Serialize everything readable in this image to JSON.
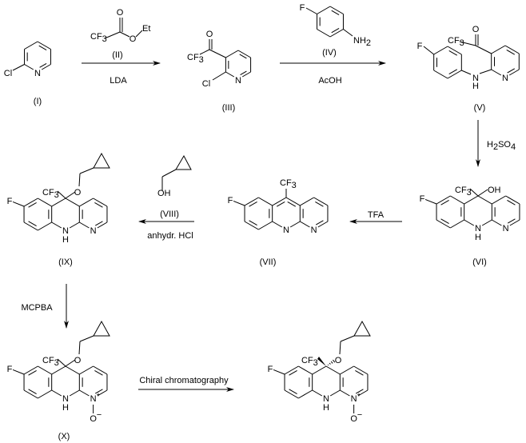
{
  "compounds": {
    "I": "(I)",
    "II": "(II)",
    "III": "(III)",
    "IV": "(IV)",
    "V": "(V)",
    "VI": "(VI)",
    "VII": "(VII)",
    "VIII": "(VIII)",
    "IX": "(IX)",
    "X": "(X)"
  },
  "atoms": {
    "cl": "Cl",
    "n": "N",
    "cf": "CF",
    "sub3": "3",
    "o": "O",
    "et": "Et",
    "f": "F",
    "nh": "NH",
    "sub2": "2",
    "h": "H",
    "oh": "OH",
    "plus": "+",
    "minus": "−"
  },
  "reagents": {
    "lda": "LDA",
    "acoh": "AcOH",
    "h2so4": {
      "h": "H",
      "two": "2",
      "so": "SO",
      "four": "4"
    },
    "tfa": "TFA",
    "hcl": "anhydr. HCl",
    "mcpba": "MCPBA",
    "chiral": "Chiral chromatography"
  }
}
